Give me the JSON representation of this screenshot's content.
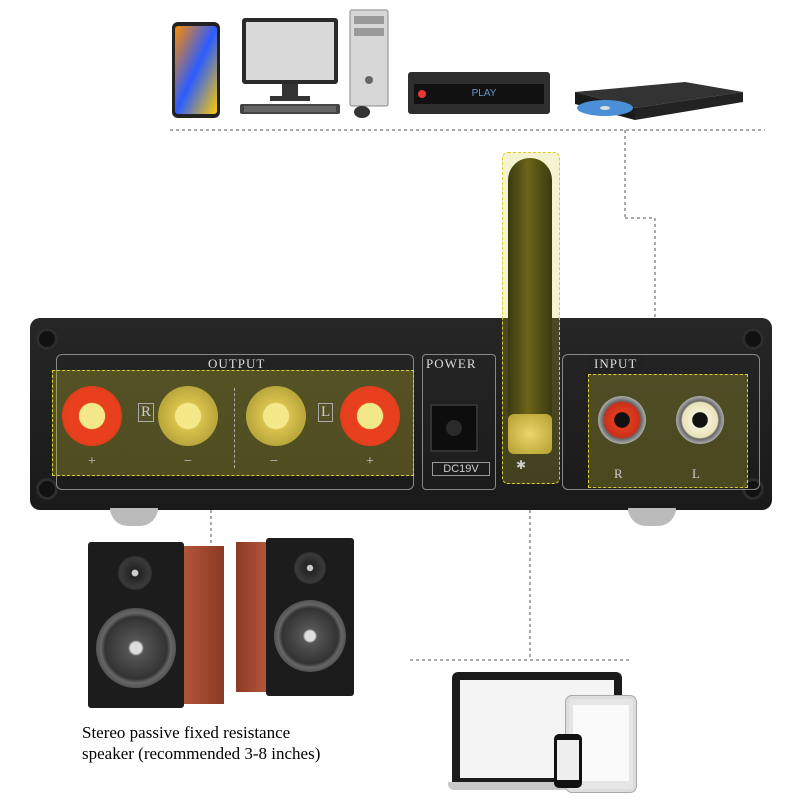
{
  "panel": {
    "output_label": "OUTPUT",
    "power_label": "POWER",
    "input_label": "INPUT",
    "dc_label": "DC19V",
    "r_mark": "R",
    "l_mark": "L",
    "plus_mark": "+",
    "minus_mark": "−",
    "input_r_mark": "R",
    "input_l_mark": "L"
  },
  "sources": {
    "player_screen_text": "PLAY"
  },
  "speaker_caption": {
    "line1": "Stereo passive fixed resistance",
    "line2": "speaker (recommended 3-8 inches)"
  },
  "colors": {
    "panel": "#1e1e1e",
    "highlight": "#d8cf2a",
    "red_terminal": "#e8401e",
    "gold": "#e6d24a",
    "speaker_wood": "#b2553a"
  }
}
